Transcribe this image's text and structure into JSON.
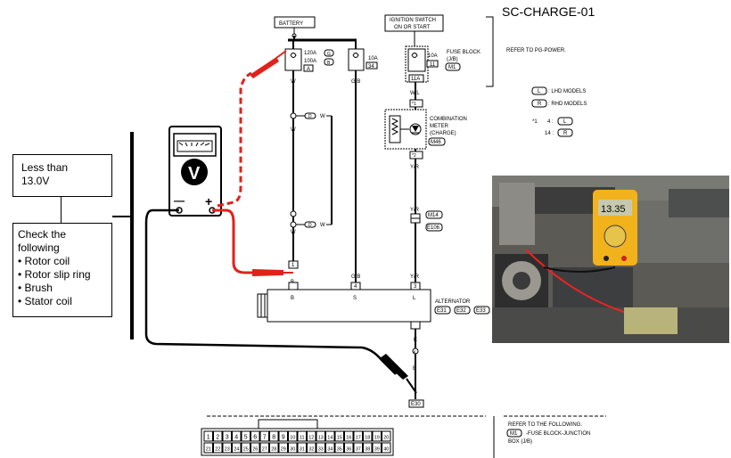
{
  "diagram_id": "SC-CHARGE-01",
  "battery_label": "BATTERY",
  "ignition_label_1": "IGNITION SWITCH",
  "ignition_label_2": "ON OR START",
  "refer_pg": "REFER TO PG-POWER.",
  "fuse_120a": "120A",
  "fuse_100a": "100A",
  "fuse_g": "G",
  "fuse_b": "B",
  "fuse_a": "A",
  "fuse_10a_1": "10A",
  "fuse_34": "34",
  "fuse_10a_2": "10A",
  "fuse_11": "11",
  "fuse_11a": "11A",
  "fuse_block_1": "FUSE BLOCK",
  "fuse_block_2": "(J/B)",
  "fuse_block_m1": "M1",
  "legend_l_code": "L",
  "legend_l_text": ": LHD MODELS",
  "legend_r_code": "R",
  "legend_r_text": ": RHD MODELS",
  "legend_n1": "*1",
  "legend_n1_val": "4 :",
  "legend_n1_code": "L",
  "legend_n2_val": "14 :",
  "legend_n2_code": "R",
  "wire_w": "W",
  "wire_gb": "G/B",
  "wire_wl": "W/L",
  "wire_yr": "Y/R",
  "wire_b": "B",
  "conn_d": "D",
  "meter_1": "COMBINATION",
  "meter_2": "METER",
  "meter_3": "(CHARGE)",
  "meter_m46": "M46",
  "meter_star1": "*1",
  "meter_star2": "*2",
  "m14": "M14",
  "e106": "E106",
  "pin_1": "1",
  "pin_4": "4",
  "pin_3": "3",
  "term_b": "B",
  "term_s": "S",
  "term_l": "L",
  "alternator": "ALTERNATOR",
  "e31": "E31",
  "e32": "E32",
  "e33": "E33",
  "ground_e": "E",
  "ground_pin": "8",
  "ground_b": "B",
  "e30": "E30",
  "refer_following": "REFER TO THE FOLLOWING.",
  "refer_m1": "M1",
  "refer_m1_text": "-FUSE BLOCK-JUNCTION",
  "refer_m1_text2": "BOX (J/B)",
  "meter_v": "V",
  "meter_minus": "—",
  "meter_plus": "+",
  "box1_line1": "Less than",
  "box1_line2": "13.0V",
  "box2_lines": [
    "Check the",
    "following",
    "• Rotor coil",
    "• Rotor slip ring",
    "• Brush",
    "• Stator coil"
  ],
  "connector_row1": [
    "1",
    "2",
    "3",
    "4",
    "5",
    "6",
    "7",
    "8",
    "9",
    "10",
    "11",
    "12",
    "13",
    "14",
    "15",
    "16",
    "17",
    "18",
    "19",
    "20"
  ],
  "connector_row2": [
    "21",
    "22",
    "23",
    "24",
    "25",
    "26",
    "27",
    "28",
    "29",
    "30",
    "31",
    "32",
    "33",
    "34",
    "35",
    "36",
    "37",
    "38",
    "39",
    "40"
  ],
  "photo_display": "13.35",
  "colors": {
    "red_lead": "#e0221b",
    "black_wire": "#000000",
    "photo_meter": "#f2b21b"
  }
}
